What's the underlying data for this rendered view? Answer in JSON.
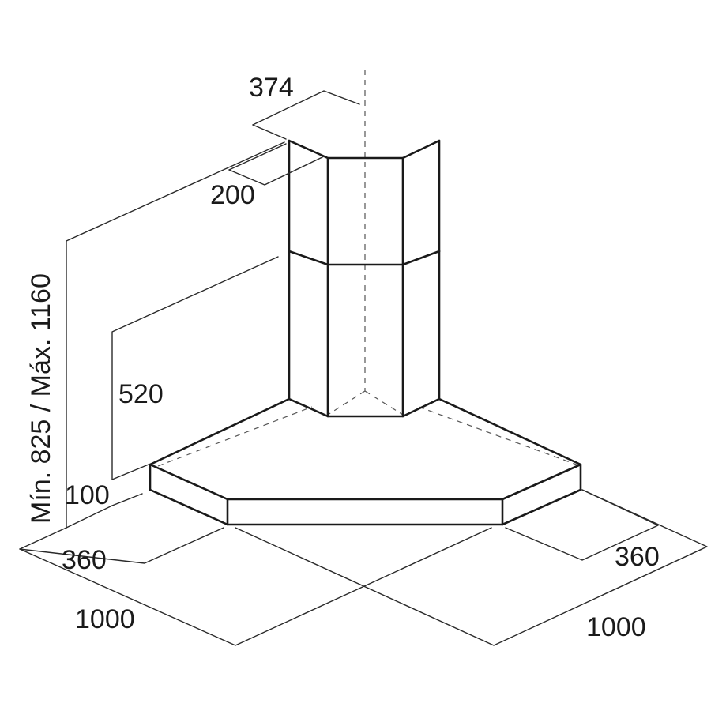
{
  "dimensions": {
    "chimney_width": "374",
    "chimney_depth": "200",
    "height_range": "Mín. 825 / Máx. 1160",
    "chimney_lower_height": "520",
    "canopy_height": "100",
    "canopy_depth_left": "360",
    "canopy_depth_right": "360",
    "overall_left": "1000",
    "overall_right": "1000"
  },
  "colors": {
    "line": "#1a1a1a",
    "background": "#ffffff"
  }
}
